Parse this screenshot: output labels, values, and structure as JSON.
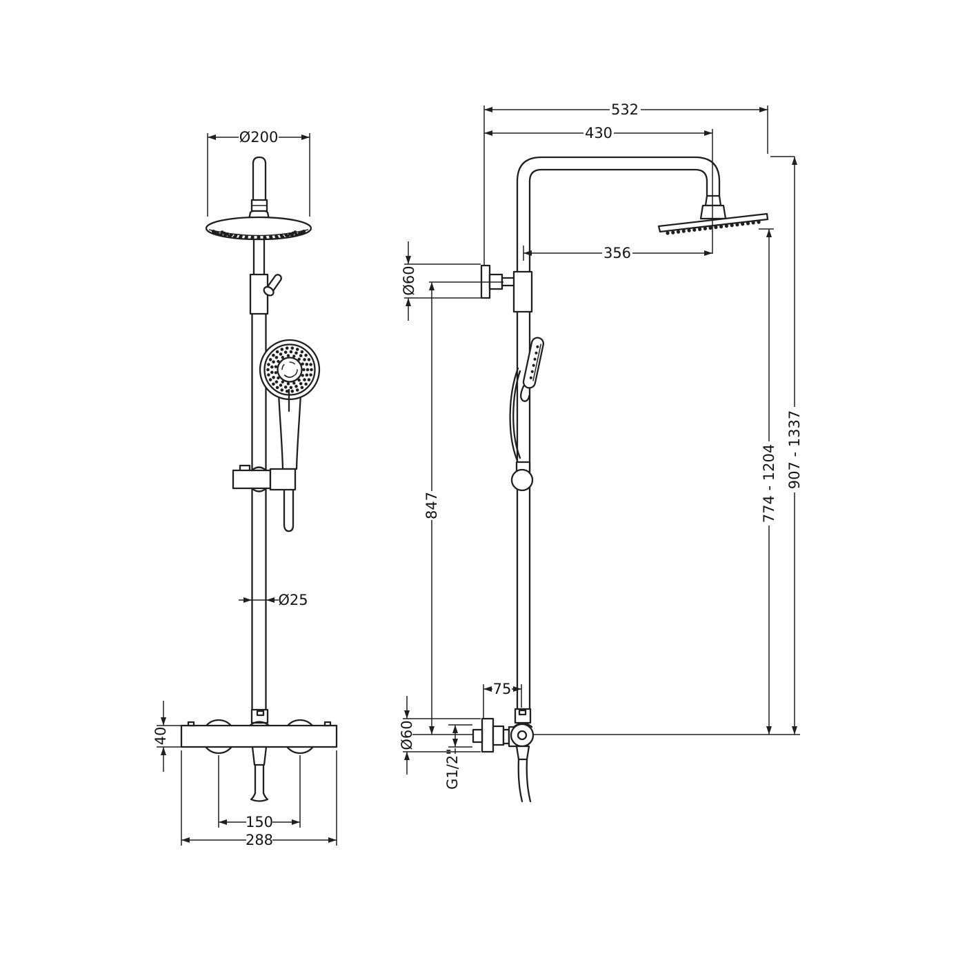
{
  "drawing": {
    "front_view": {
      "head_diameter": "Ø200",
      "rail_diameter": "Ø25",
      "valve_body_height": "40",
      "connection_centres": "150",
      "valve_overall_width": "288"
    },
    "side_view": {
      "overall_projection": "532",
      "arm_projection": "430",
      "head_to_rail": "356",
      "wall_bracket_diameter": "Ø60",
      "bracket_to_valve_height": "847",
      "rail_height_range": "774 - 1204",
      "overall_height_range": "907 - 1337",
      "valve_projection": "75",
      "inlet_flange_diameter": "Ø60",
      "inlet_thread": "G1/2\""
    },
    "colors": {
      "line": "#1f1f1f",
      "background": "#ffffff"
    }
  }
}
